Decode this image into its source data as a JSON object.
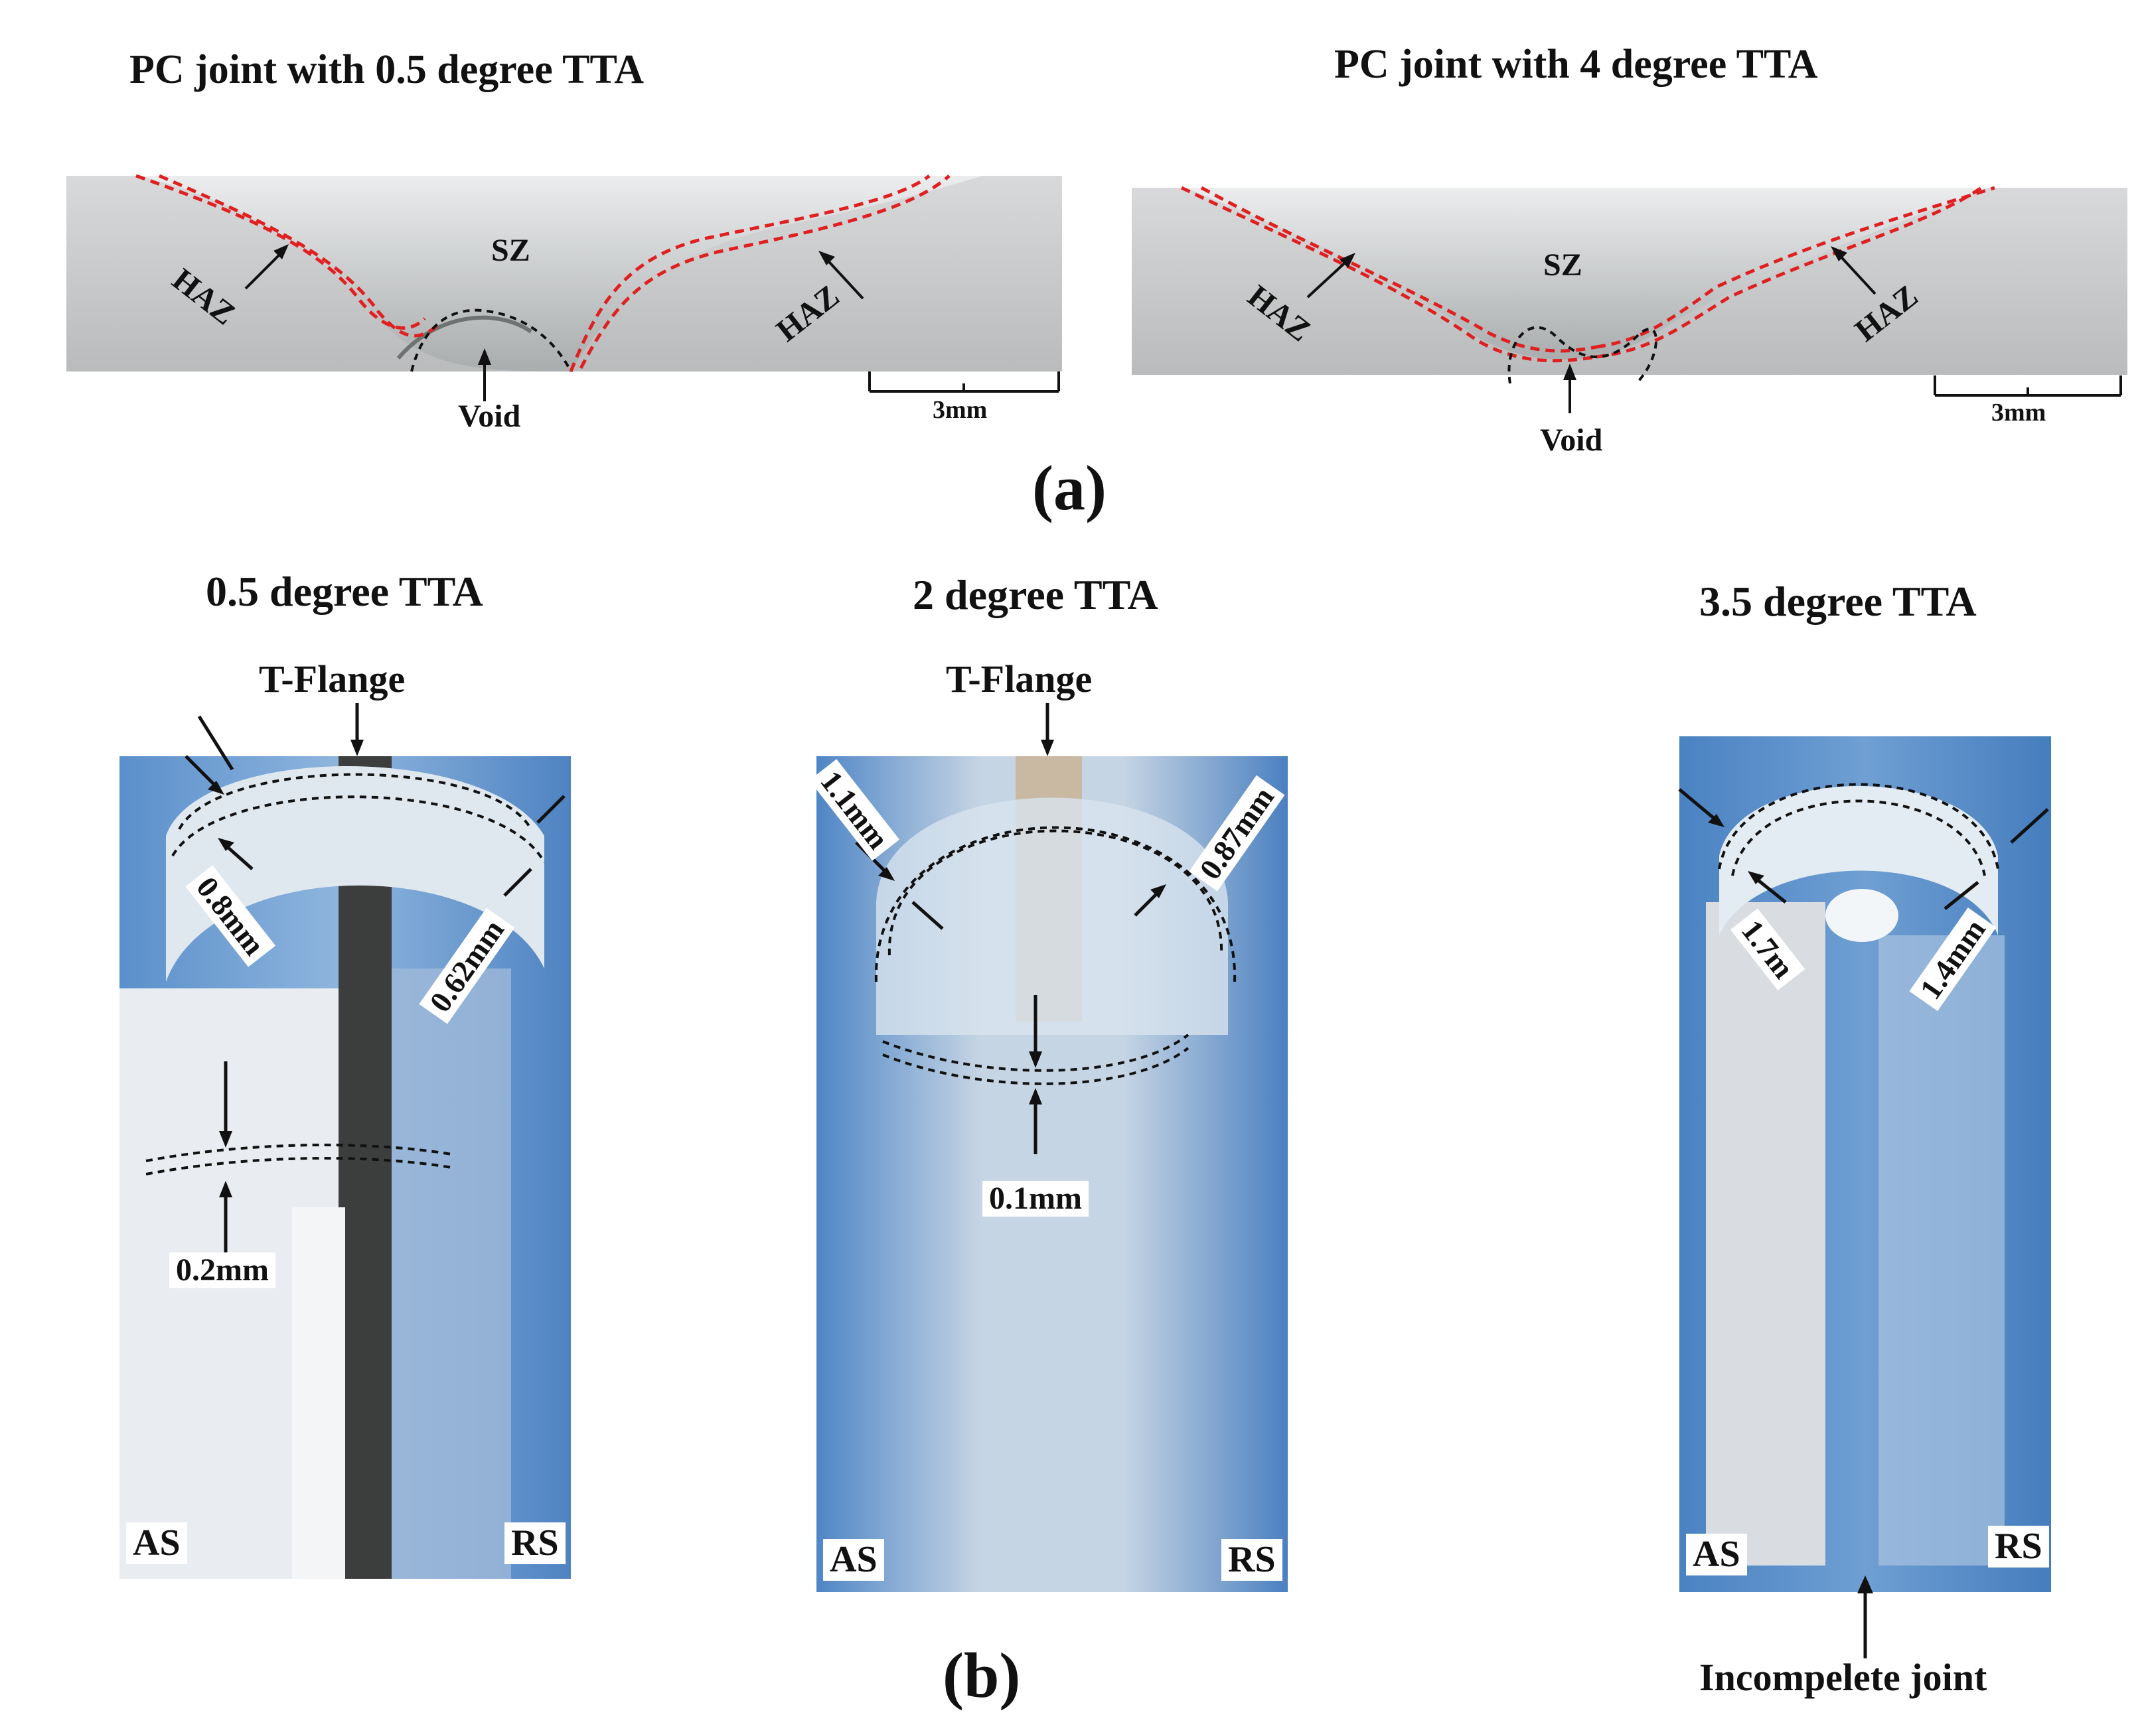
{
  "panel_a": {
    "label": "(a)",
    "left": {
      "title": "PC joint with 0.5 degree TTA",
      "labels": {
        "haz_left": "HAZ",
        "sz": "SZ",
        "haz_right": "HAZ",
        "void": "Void",
        "scale": "3mm"
      }
    },
    "right": {
      "title": "PC joint with 4 degree TTA",
      "labels": {
        "haz_left": "HAZ",
        "sz": "SZ",
        "haz_right": "HAZ",
        "void": "Void",
        "scale": "3mm"
      }
    }
  },
  "panel_b": {
    "label": "(b)",
    "photo1": {
      "title": "0.5 degree TTA",
      "flange": "T-Flange",
      "dim_left": "0.8mm",
      "dim_right": "0.62mm",
      "dim_gap": "0.2mm",
      "as": "AS",
      "rs": "RS"
    },
    "photo2": {
      "title": "2 degree TTA",
      "flange": "T-Flange",
      "dim_left": "1.1mm",
      "dim_right": "0.87mm",
      "dim_gap": "0.1mm",
      "as": "AS",
      "rs": "RS"
    },
    "photo3": {
      "title": "3.5 degree TTA",
      "dim_left": "1.7m",
      "dim_right": "1.4mm",
      "as": "AS",
      "rs": "RS",
      "note": "Incompelete joint"
    }
  },
  "colors": {
    "zone_boundary": "#e02020",
    "specimen_grey": "#c9cacb",
    "photo_blue": "#4f86c6"
  }
}
